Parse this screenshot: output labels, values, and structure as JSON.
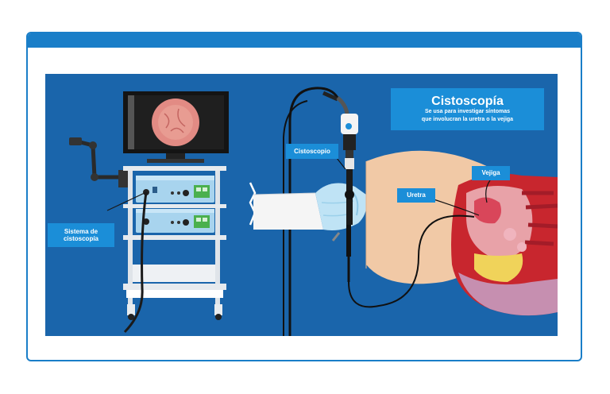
{
  "title": "Cistoscopía",
  "subtitle_line1": "Se usa para investigar síntomas",
  "subtitle_line2": "que involucran la uretra o la vejiga",
  "labels": {
    "system_line1": "Sistema de",
    "system_line2": "cistoscopía",
    "cystoscope": "Cistoscopio",
    "urethra": "Uretra",
    "bladder": "Vejiga"
  },
  "colors": {
    "frame_blue": "#1a7ec8",
    "panel_blue": "#1a65ab",
    "label_blue": "#1b8ed8",
    "skin": "#f1c9a6",
    "tissue_red": "#c8262e"
  },
  "icons": [
    "monitor-icon",
    "endoscope-icon",
    "glove-hand-icon",
    "anatomy-icon"
  ]
}
